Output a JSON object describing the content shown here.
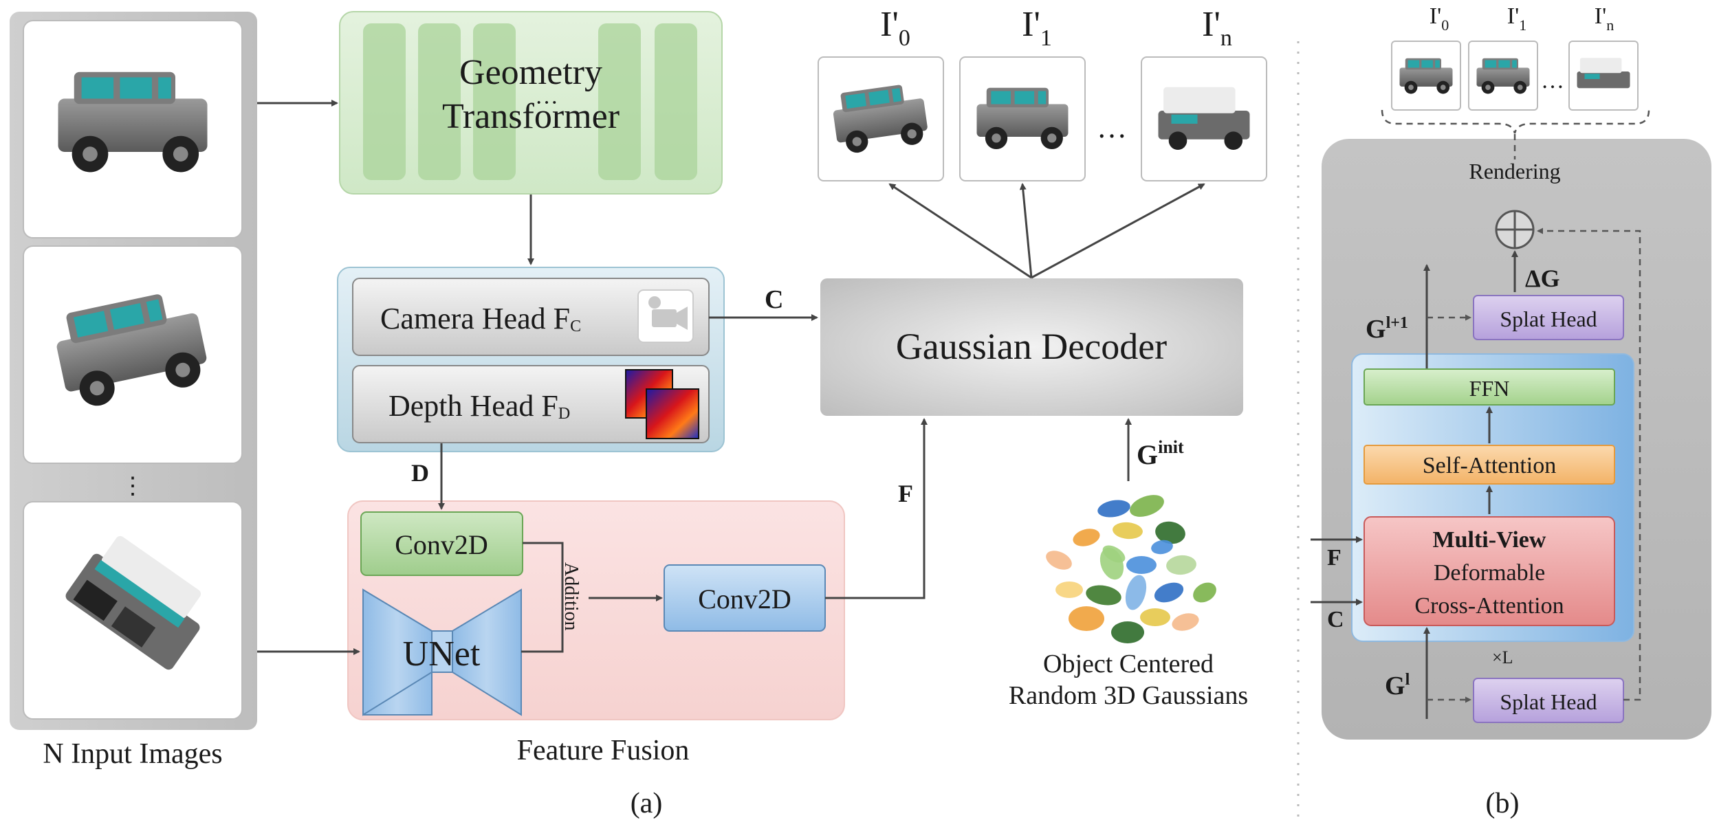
{
  "input_panel": {
    "label": "N Input Images",
    "ellipsis": "⋮"
  },
  "geometry_transformer": {
    "line1": "Geometry",
    "line2": "Transformer",
    "dots": "···"
  },
  "heads": {
    "camera_head": "Camera Head F",
    "camera_sub": "C",
    "depth_head": "Depth Head F",
    "depth_sub": "D",
    "camera_icon": "video-camera-icon",
    "depth_icon": "depth-map-icon"
  },
  "feature_fusion": {
    "title": "Feature Fusion",
    "conv_top": "Conv2D",
    "unet": "UNet",
    "addition": "Addition",
    "conv_right": "Conv2D"
  },
  "edge_labels": {
    "c": "C",
    "d": "D",
    "f": "F",
    "g_init_base": "G",
    "g_init_sup": "init"
  },
  "decoder": {
    "label": "Gaussian Decoder"
  },
  "outputs": {
    "labels": [
      {
        "base": "I'",
        "sub": "0"
      },
      {
        "base": "I'",
        "sub": "1"
      },
      {
        "base": "I'",
        "sub": "n"
      }
    ],
    "ellipsis": "…"
  },
  "gaussians": {
    "line1": "Object Centered",
    "line2": "Random 3D Gaussians",
    "colors": [
      "#2f6fc4",
      "#7bb24a",
      "#f0a13a",
      "#e6c84a",
      "#2e6b2a",
      "#f5b98b",
      "#9fd27e",
      "#4a8fdc",
      "#b6d79b",
      "#f7d37a",
      "#3d7a2c",
      "#7fb3e6"
    ]
  },
  "panel_b": {
    "caption": "(b)",
    "rendering": "Rendering",
    "delta_g": "ΔG",
    "splat_head_top": "Splat Head",
    "splat_head_bottom": "Splat Head",
    "g_next_base": "G",
    "g_next_sup": "l+1",
    "g_l_base": "G",
    "g_l_sup": "l",
    "ffn": "FFN",
    "self_attention": "Self-Attention",
    "mvdca_line1": "Multi-View",
    "mvdca_line2": "Deformable",
    "mvdca_line3": "Cross-Attention",
    "repeat": "×L",
    "f": "F",
    "c": "C",
    "outputs": [
      {
        "base": "I'",
        "sub": "0"
      },
      {
        "base": "I'",
        "sub": "1"
      },
      {
        "base": "I'",
        "sub": "n"
      }
    ],
    "ellipsis": "…"
  },
  "caption_a": "(a)"
}
